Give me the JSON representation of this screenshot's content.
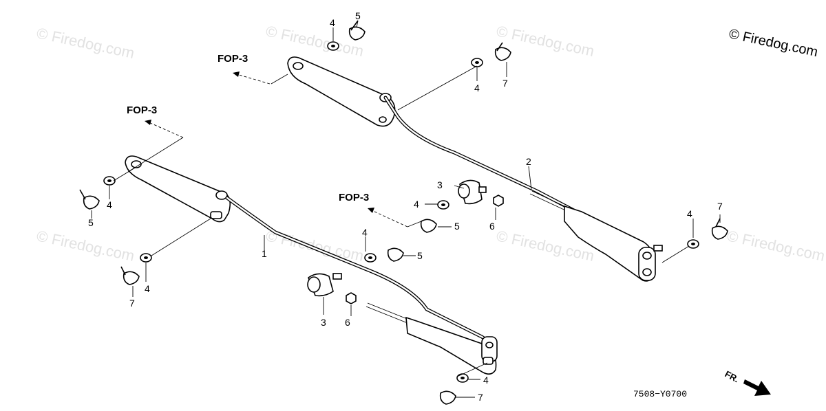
{
  "watermark": {
    "text": "© Firedog.com",
    "main_text": "© Firedog.com"
  },
  "labels": {
    "fop_ref": "FOP-3",
    "drawing_code": "7508−Y0700",
    "front_marker": "FR."
  },
  "callouts": {
    "part_1": "1",
    "part_2": "2",
    "part_3": "3",
    "part_4": "4",
    "part_5": "5",
    "part_6": "6",
    "part_7": "7"
  }
}
